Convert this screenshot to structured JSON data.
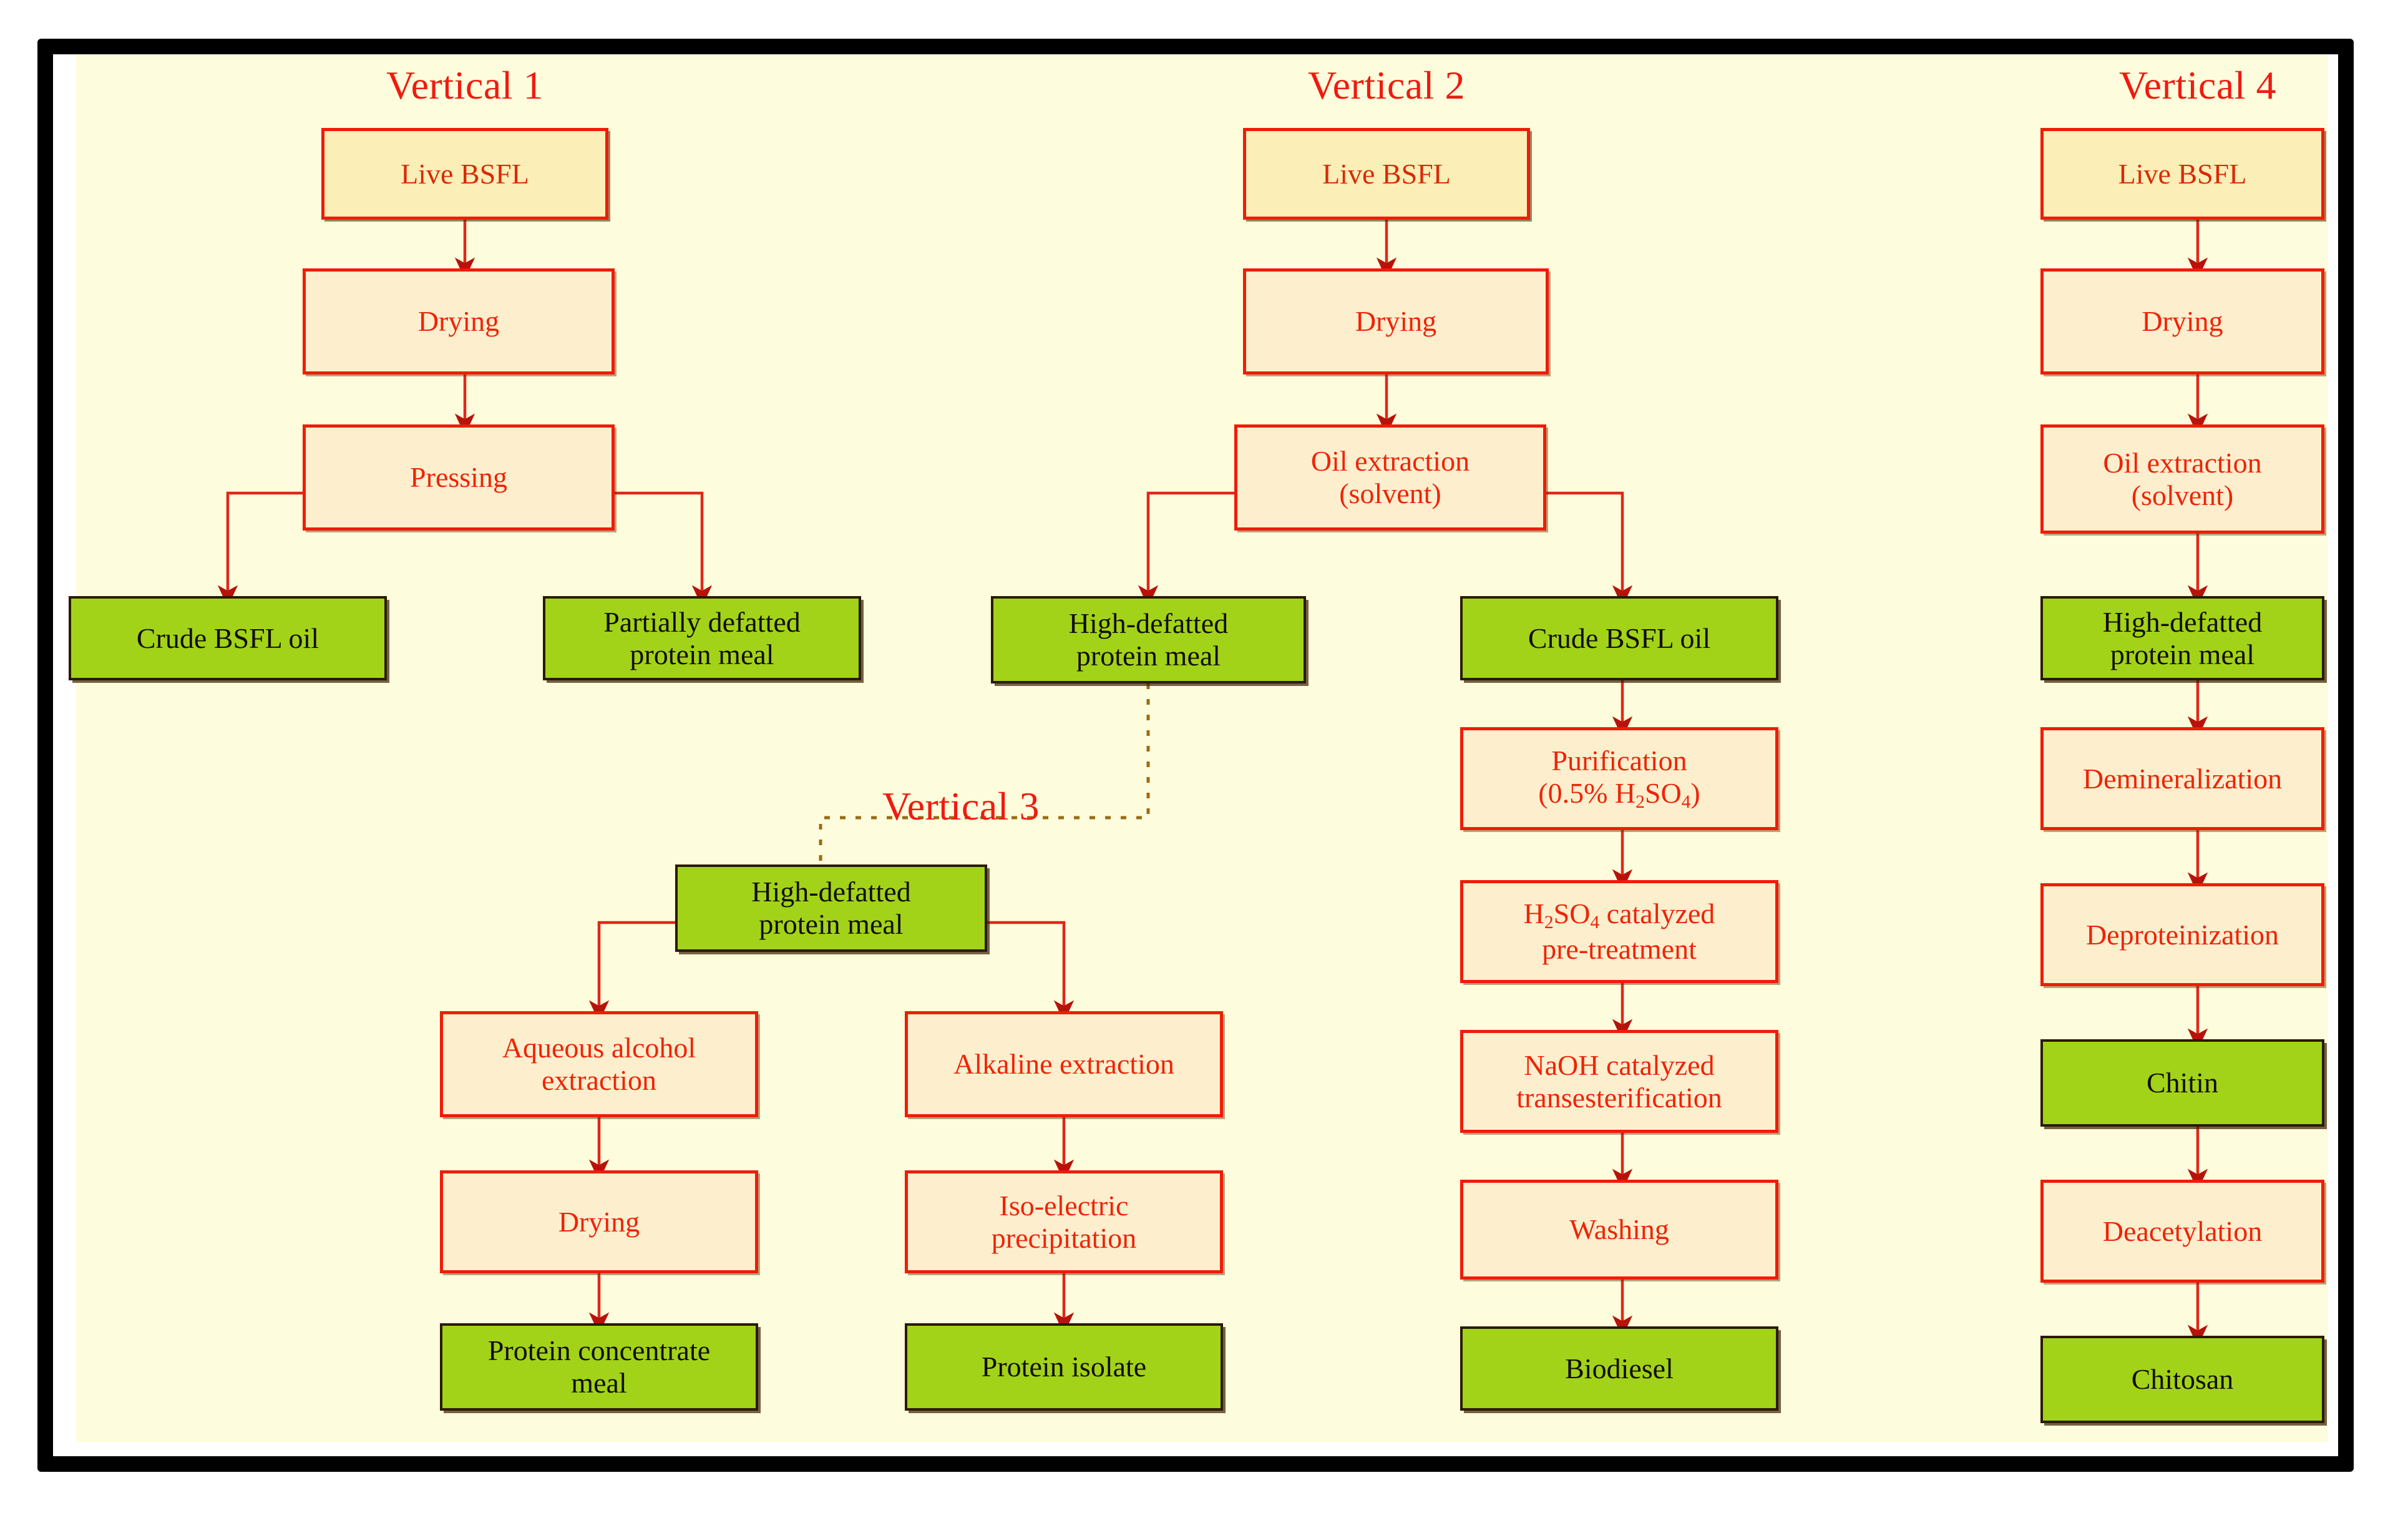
{
  "diagram": {
    "title_hidden": "",
    "colors": {
      "canvas_bg": "#fdfcdc",
      "frame": "#000000",
      "start_fill": "#fbeeb6",
      "process_fill": "#fdeecd",
      "output_fill": "#a2d318",
      "red_border": "#f01c08",
      "red_text": "#ee2408",
      "title_red": "#ef1b10",
      "dark_text": "#120d02"
    },
    "columns": [
      {
        "key": "v1",
        "title": "Vertical 1"
      },
      {
        "key": "v2",
        "title": "Vertical 2"
      },
      {
        "key": "v3",
        "title": "Vertical 3"
      },
      {
        "key": "v4",
        "title": "Vertical 4"
      }
    ],
    "vertical1": {
      "title": "Vertical 1",
      "nodes": [
        {
          "id": "v1-start",
          "type": "start",
          "label": "Live BSFL"
        },
        {
          "id": "v1-drying",
          "type": "process",
          "label": "Drying"
        },
        {
          "id": "v1-press",
          "type": "process",
          "label": "Pressing"
        },
        {
          "id": "v1-oil",
          "type": "output",
          "label": "Crude BSFL oil"
        },
        {
          "id": "v1-meal",
          "type": "output",
          "label_line1": "Partially defatted",
          "label_line2": "protein meal"
        }
      ]
    },
    "vertical2": {
      "title": "Vertical 2",
      "nodes": [
        {
          "id": "v2-start",
          "type": "start",
          "label": "Live BSFL"
        },
        {
          "id": "v2-drying",
          "type": "process",
          "label": "Drying"
        },
        {
          "id": "v2-oilext",
          "type": "process",
          "label_line1": "Oil extraction",
          "label_line2": "(solvent)"
        },
        {
          "id": "v2-hdmeal",
          "type": "output",
          "label_line1": "High-defatted",
          "label_line2": "protein meal"
        },
        {
          "id": "v2-crude",
          "type": "output",
          "label": "Crude BSFL oil"
        },
        {
          "id": "v2-purif",
          "type": "process",
          "label_line1": "Purification",
          "label_line2": "(0.5% H2SO4)"
        },
        {
          "id": "v2-pretreat",
          "type": "process",
          "label_line1": "H2SO4 catalyzed",
          "label_line2": "pre-treatment"
        },
        {
          "id": "v2-trans",
          "type": "process",
          "label_line1": "NaOH catalyzed",
          "label_line2": "transesterification"
        },
        {
          "id": "v2-wash",
          "type": "process",
          "label": "Washing"
        },
        {
          "id": "v2-diesel",
          "type": "output",
          "label": "Biodiesel"
        }
      ]
    },
    "vertical3": {
      "title": "Vertical 3",
      "nodes": [
        {
          "id": "v3-hdmeal",
          "type": "output",
          "label_line1": "High-defatted",
          "label_line2": "protein meal"
        },
        {
          "id": "v3-aqueous",
          "type": "process",
          "label_line1": "Aqueous alcohol",
          "label_line2": "extraction"
        },
        {
          "id": "v3-alkaline",
          "type": "process",
          "label": "Alkaline extraction"
        },
        {
          "id": "v3-drying",
          "type": "process",
          "label": "Drying"
        },
        {
          "id": "v3-isoelec",
          "type": "process",
          "label_line1": "Iso-electric",
          "label_line2": "precipitation"
        },
        {
          "id": "v3-conc",
          "type": "output",
          "label_line1": "Protein concentrate",
          "label_line2": "meal"
        },
        {
          "id": "v3-isolate",
          "type": "output",
          "label": "Protein isolate"
        }
      ]
    },
    "vertical4": {
      "title": "Vertical 4",
      "nodes": [
        {
          "id": "v4-start",
          "type": "start",
          "label": "Live BSFL"
        },
        {
          "id": "v4-drying",
          "type": "process",
          "label": "Drying"
        },
        {
          "id": "v4-oilext",
          "type": "process",
          "label_line1": "Oil extraction",
          "label_line2": "(solvent)"
        },
        {
          "id": "v4-hdmeal",
          "type": "output",
          "label_line1": "High-defatted",
          "label_line2": "protein meal"
        },
        {
          "id": "v4-demin",
          "type": "process",
          "label": "Demineralization"
        },
        {
          "id": "v4-deprot",
          "type": "process",
          "label": "Deproteinization"
        },
        {
          "id": "v4-chitin",
          "type": "output",
          "label": "Chitin"
        },
        {
          "id": "v4-deacet",
          "type": "process",
          "label": "Deacetylation"
        },
        {
          "id": "v4-chitosan",
          "type": "output",
          "label": "Chitosan"
        }
      ]
    },
    "chemistry": {
      "purification_prefix": "(0.5% H",
      "purification_sub1": "2",
      "purification_mid": "SO",
      "purification_sub2": "4",
      "purification_suffix": ")",
      "pretreat_prefix": "H",
      "pretreat_sub1": "2",
      "pretreat_mid": "SO",
      "pretreat_sub2": "4",
      "pretreat_suffix": " catalyzed"
    }
  }
}
